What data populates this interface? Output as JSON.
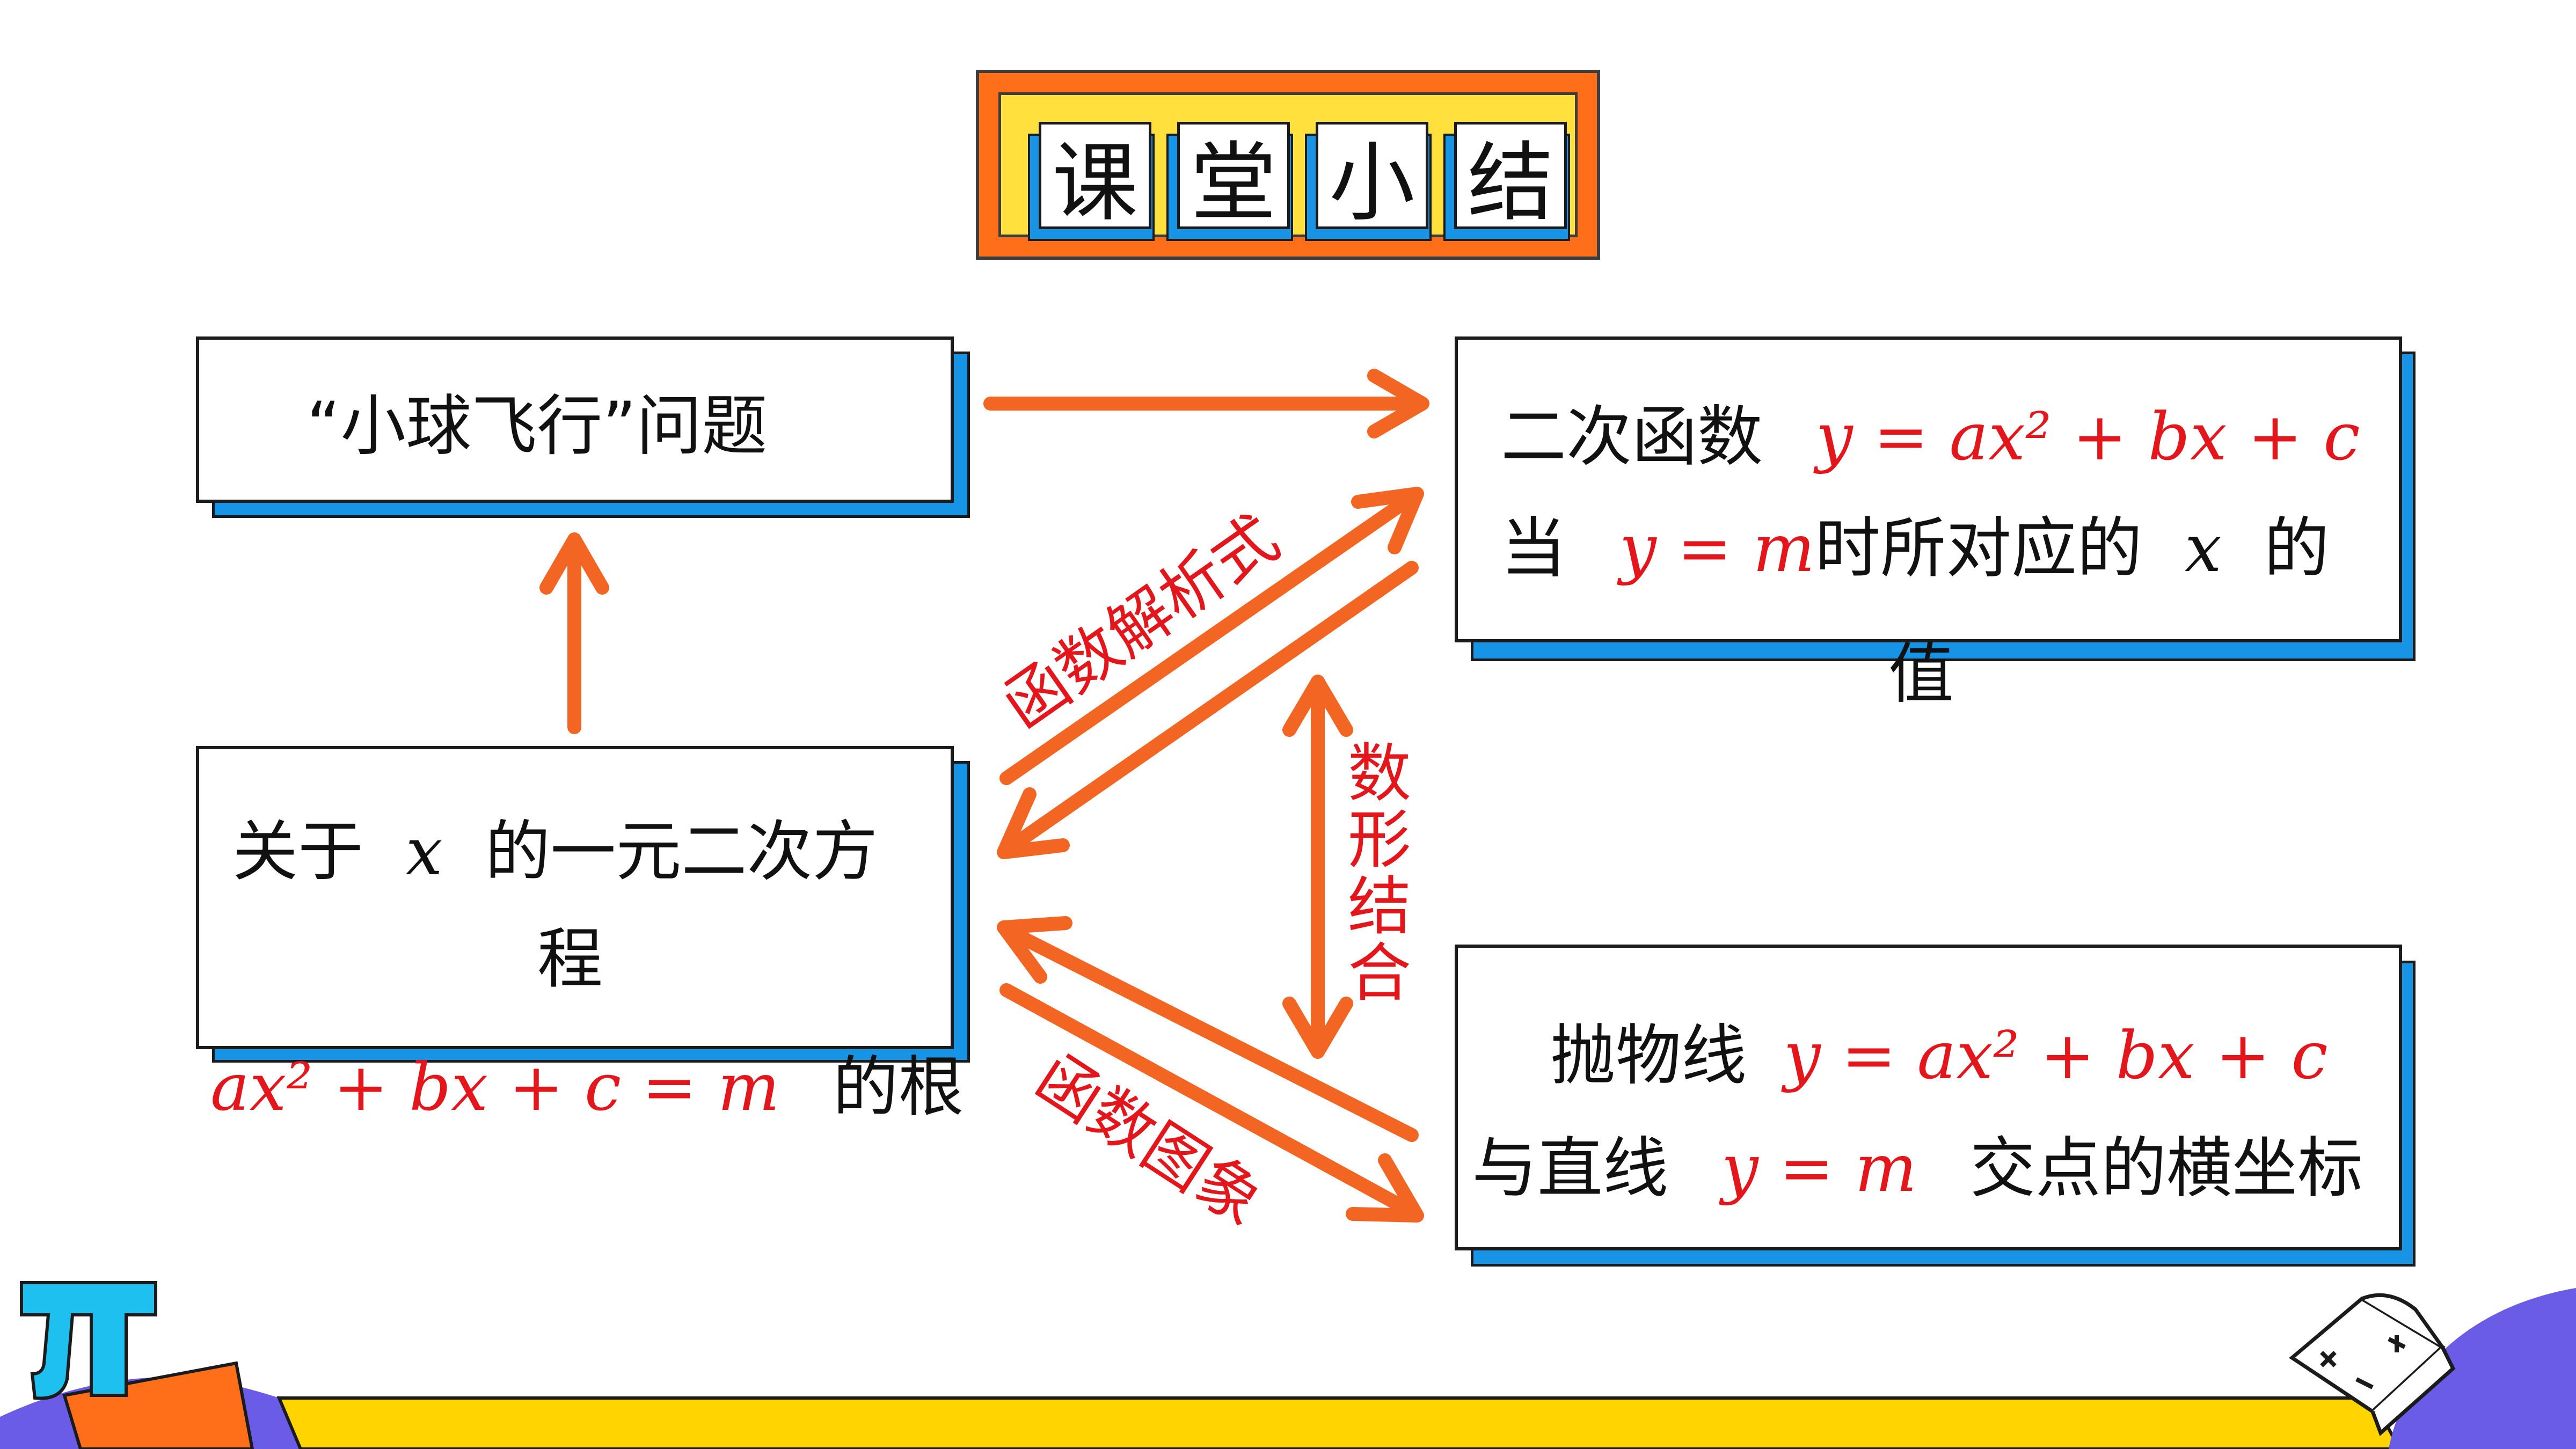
{
  "title": {
    "chars": [
      "课",
      "堂",
      "小",
      "结"
    ]
  },
  "nodes": {
    "top_left": {
      "text": "“小球飞行”问题"
    },
    "top_right": {
      "line1_text": "二次函数",
      "line1_math": "y = ax² + bx + c",
      "line2_pre": "当",
      "line2_math": "y = m",
      "line2_mid": "时所对应的",
      "line2_var": "x",
      "line2_post": "的",
      "line3": "值"
    },
    "mid_left": {
      "line1_pre": "关于",
      "line1_var": "x",
      "line1_post": "的一元二次方",
      "line2": "程",
      "line3_math": "ax² + bx + c = m",
      "line3_post": "的根"
    },
    "bottom_right": {
      "line1_text": "抛物线",
      "line1_math": "y = ax² + bx + c",
      "line2_pre": "与直线",
      "line2_math": "y = m",
      "line2_post": "交点的横坐标"
    }
  },
  "edge_labels": {
    "upper_diag": "函数解析式",
    "lower_diag": "函数图象",
    "vertical": [
      "数",
      "形",
      "结",
      "合"
    ]
  },
  "colors": {
    "arrow": "#f26522",
    "accent_text": "#e3161c",
    "shadow": "#1794e6",
    "banner": "#ff6f1a",
    "banner_inner": "#ffe03d"
  },
  "decorations": {
    "left_icon": "pi-icon",
    "right_icon": "math-book-icon"
  }
}
